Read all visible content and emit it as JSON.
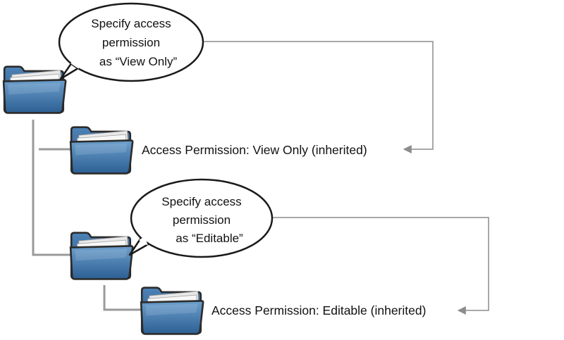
{
  "colors": {
    "tree_line": "#9a9a9a",
    "arrow_line": "#8c8c8c",
    "folder_body": "#3f76ab",
    "folder_outline": "#2b2b2b",
    "paper": "#f3f3f3",
    "bubble_fill": "#ffffff",
    "bubble_stroke": "#1a1a1a"
  },
  "folders": [
    {
      "name": "root-folder",
      "icon": "folder-icon"
    },
    {
      "name": "child-folder-view-only",
      "icon": "folder-icon"
    },
    {
      "name": "child-folder-editable",
      "icon": "folder-icon"
    },
    {
      "name": "grandchild-folder-editable",
      "icon": "folder-icon"
    }
  ],
  "callouts": [
    {
      "lines": [
        "Specify access",
        "permission",
        "as “View Only”"
      ]
    },
    {
      "lines": [
        "Specify access",
        "permission",
        "as “Editable”"
      ]
    }
  ],
  "labels": {
    "view_only": "Access Permission: View Only (inherited)",
    "editable": "Access Permission: Editable (inherited)"
  }
}
